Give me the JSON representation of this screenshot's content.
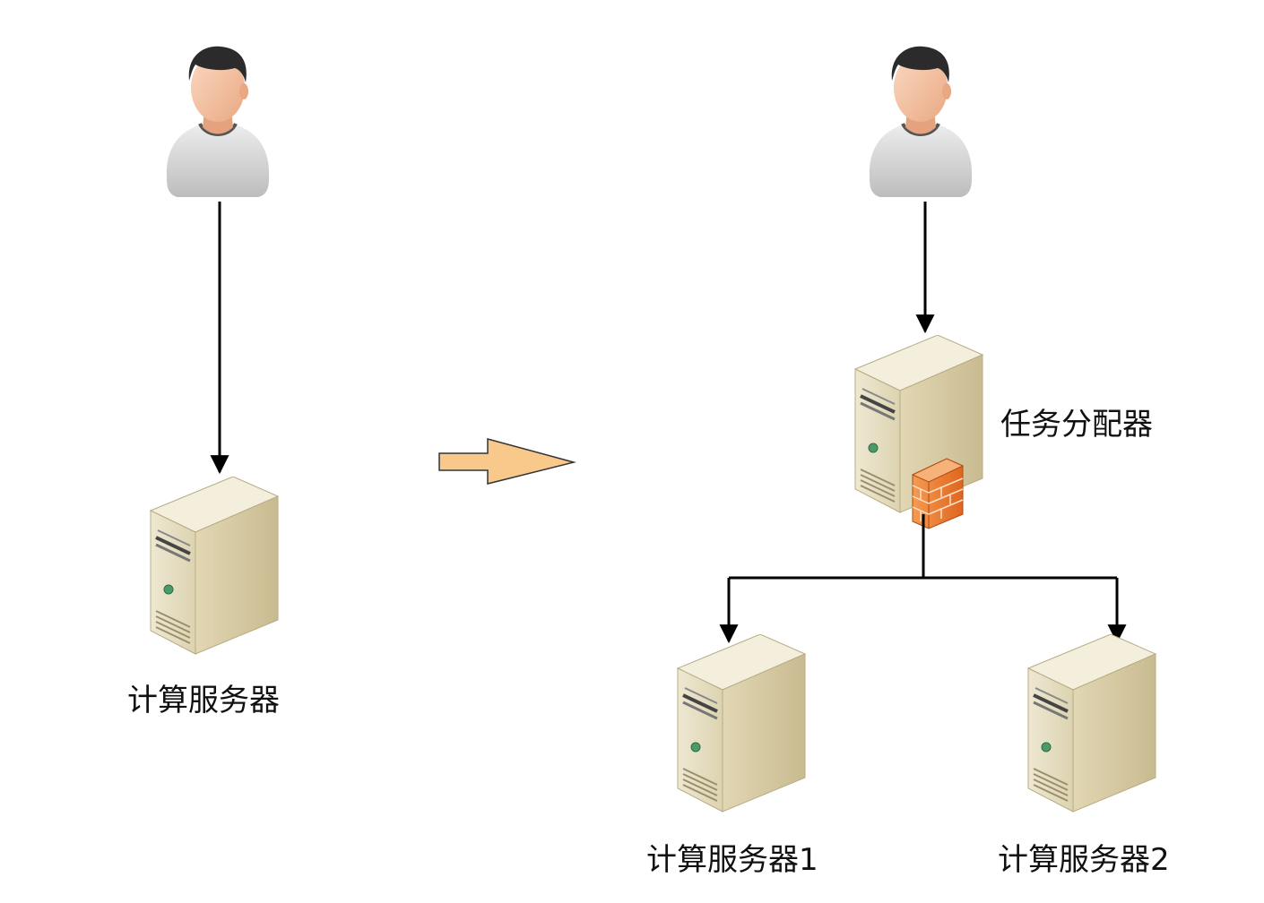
{
  "left_diagram": {
    "user_icon": "user-icon",
    "server_icon": "server-icon",
    "server_label": "计算服务器"
  },
  "transition_arrow": {
    "icon": "right-arrow-icon",
    "color": "#F9C88B",
    "stroke": "#333333"
  },
  "right_diagram": {
    "user_icon": "user-icon",
    "dispatcher_icon": "server-with-firewall-icon",
    "dispatcher_label": "任务分配器",
    "server1_label": "计算服务器1",
    "server2_label": "计算服务器2"
  },
  "colors": {
    "server_body": "#E8E0C4",
    "server_side": "#CFC29A",
    "firewall": "#F07A2A",
    "connector": "#000000"
  }
}
